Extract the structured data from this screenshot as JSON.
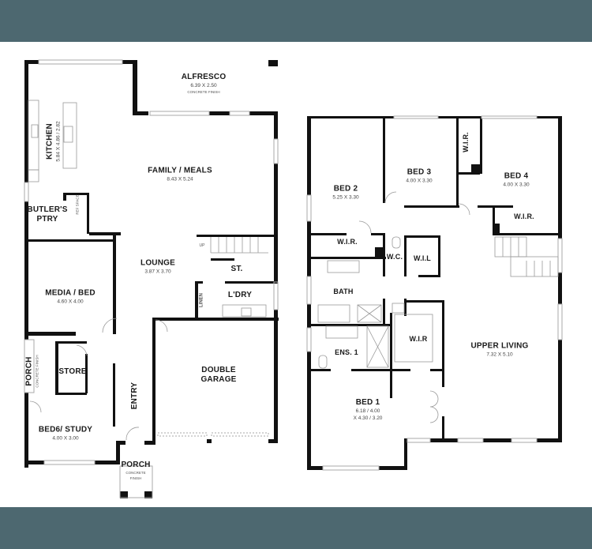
{
  "colors": {
    "band": "#4d6870",
    "wall": "#111111",
    "fixture": "#9a9a9a",
    "background": "#ffffff"
  },
  "ground_floor": {
    "rooms": [
      {
        "name": "ALFRESCO",
        "dims": "6.39 X 2.50",
        "note": "CONCRETE FINISH"
      },
      {
        "name": "KITCHEN",
        "dims": "5.84 X 4.86 / 2.82"
      },
      {
        "name": "FAMILY / MEALS",
        "dims": "8.43 X 5.24"
      },
      {
        "name": "BUTLER'S",
        "name2": "PTRY",
        "note": "REF SPACE"
      },
      {
        "name": "LOUNGE",
        "dims": "3.87 X 3.70"
      },
      {
        "name": "ST."
      },
      {
        "name": "L'DRY"
      },
      {
        "name": "LINEN"
      },
      {
        "name": "MEDIA / BED",
        "dims": "4.60 X 4.00"
      },
      {
        "name": "PORCH",
        "note": "CONCRETE FINISH"
      },
      {
        "name": "STORE"
      },
      {
        "name": "DOUBLE",
        "name2": "GARAGE"
      },
      {
        "name": "ENTRY"
      },
      {
        "name": "BED6/ STUDY",
        "dims": "4.00 X 3.00"
      },
      {
        "name": "PORCH",
        "note": "CONCRETE",
        "note2": "FINISH"
      }
    ],
    "stair_label": "UP"
  },
  "upper_floor": {
    "rooms": [
      {
        "name": "BED 2",
        "dims": "5.25 X 3.30"
      },
      {
        "name": "BED 3",
        "dims": "4.00 X 3.30"
      },
      {
        "name": "W.I.R."
      },
      {
        "name": "BED 4",
        "dims": "4.00 X 3.30"
      },
      {
        "name": "W.I.R."
      },
      {
        "name": "W.I.R."
      },
      {
        "name": "W.C."
      },
      {
        "name": "W.I.L"
      },
      {
        "name": "BATH"
      },
      {
        "name": "W.I.R"
      },
      {
        "name": "ENS. 1"
      },
      {
        "name": "UPPER LIVING",
        "dims": "7.32 X 5.10"
      },
      {
        "name": "BED 1",
        "dims": "6.18 / 4.00",
        "dims2": "X 4.30 / 3.20"
      }
    ]
  }
}
